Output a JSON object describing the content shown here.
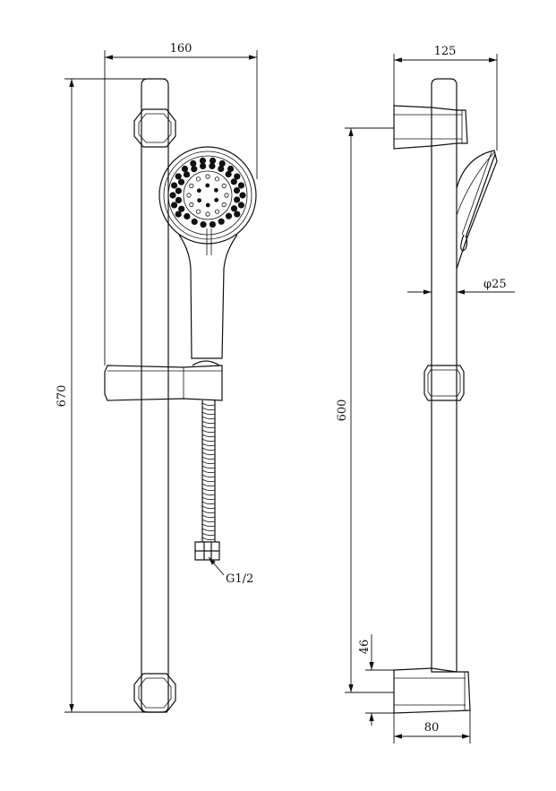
{
  "front_view": {
    "width_dim": "160",
    "height_dim": "670",
    "connection_label": "G1/2"
  },
  "side_view": {
    "depth_dim": "125",
    "diameter_dim": "φ25",
    "bracket_span_dim": "600",
    "bracket_height_dim": "46",
    "bracket_depth_dim": "80"
  },
  "colors": {
    "line": "#111111",
    "background": "#ffffff"
  }
}
